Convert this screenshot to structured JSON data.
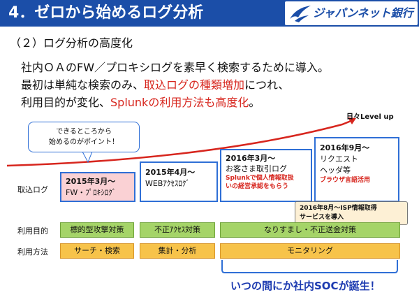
{
  "header": {
    "title": "4．ゼロから始めるログ分析",
    "logo_text": "ジャパンネット銀行"
  },
  "subtitle": "（２）ログ分析の高度化",
  "body": {
    "line1": "社内ＯＡのFW／プロキシログを素早く検索するために導入。",
    "line2_a": "最初は単純な検索のみ、",
    "line2_b": "取込ログの種類増加",
    "line2_c": "につれ、",
    "line3_a": "利用目的が変化、",
    "line3_b": "Splunkの利用方法も高度化",
    "line3_c": "。"
  },
  "chart": {
    "level_up": "日々Level up",
    "callout_line1": "できるところから",
    "callout_line2": "始めるのがポイント！",
    "row_labels": {
      "torikomi": "取込ログ",
      "mokuteki": "利用目的",
      "houhou": "利用方法"
    },
    "boxes": {
      "b1_date": "2015年3月～",
      "b1_desc": "FW・ﾌﾟﾛｷｼﾛｸﾞ",
      "b2_date": "2015年4月～",
      "b2_desc": "WEBｱｸｾｽﾛｸﾞ",
      "b3_date": "2016年3月～",
      "b3_desc": "お客さま取引ログ",
      "b3_note1": "Splunkで個人情報取扱",
      "b3_note2": "いの経営承認をもらう",
      "b4_date": "2016年9月～",
      "b4_desc1": "リクエスト",
      "b4_desc2": "ヘッダ等",
      "b4_note": "ブラウザ言語活用"
    },
    "isp_note1": "2016年8月～ISP情報取得",
    "isp_note2": "サービスを導入",
    "purpose": [
      "標的型攻撃対策",
      "不正ｱｸｾｽ対策",
      "なりすまし・不正送金対策"
    ],
    "method": [
      "サーチ・検索",
      "集計・分析",
      "モニタリング"
    ],
    "footer": "いつの間にか社内SOCが誕生！"
  },
  "colors": {
    "header_bg": "#1b4ea8",
    "accent_red": "#d7261e",
    "box_border": "#2f6fd6",
    "green": "#a5d468",
    "orange": "#f7c34a",
    "pink": "#fad1d4",
    "footer_blue": "#1c3ab0"
  }
}
